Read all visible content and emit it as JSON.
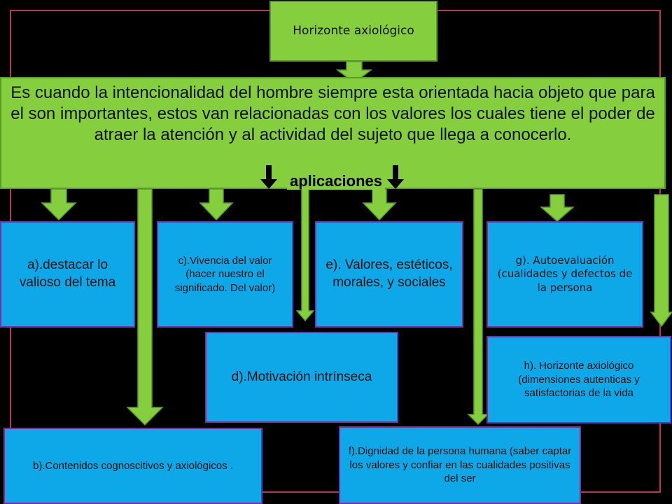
{
  "diagram": {
    "title": "Horizonte axiológico",
    "definition": "Es cuando la intencionalidad del hombre siempre esta orientada hacia objeto que para el son importantes, estos van relacionadas con los valores los cuales tiene el poder  de atraer la atención y al actividad del sujeto  que  llega a conocerlo.",
    "applications_label": "aplicaciones",
    "items": {
      "a": "a).destacar lo valioso del tema",
      "b": "b).Contenidos cognoscitivos y axiológicos  .",
      "c": "c).Vivencia del valor (hacer nuestro el significado. Del valor)",
      "d": "d).Motivación intrínseca",
      "e": "e). Valores, estéticos, morales, y sociales",
      "f": "f).Dignidad de la persona humana (saber captar los valores y confiar en las cualidades positivas del ser",
      "g": "g). Autoevaluación (cualidades y defectos de la persona",
      "h": "h). Horizonte axiológico (dimensiones  autenticas y satisfactorias de la vida"
    }
  },
  "colors": {
    "background": "#000000",
    "frame": "#c0305a",
    "green": "#85cf3f",
    "blue": "#0ea8e8",
    "box_border": "#7b2ea8"
  }
}
